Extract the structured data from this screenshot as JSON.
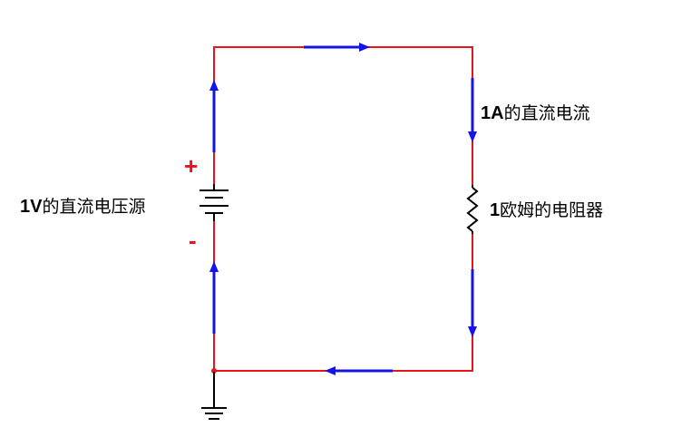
{
  "labels": {
    "source_value": "1V",
    "source_text": "的直流电压源",
    "current_value": "1A",
    "current_text": "的直流电流",
    "resistor_value": "1",
    "resistor_text": "欧姆的电阻器",
    "plus_sign": "+",
    "minus_sign": "-"
  },
  "colors": {
    "wire": "#e8141c",
    "current_arrow": "#1414e6",
    "component": "#000000",
    "polarity": "#e8141c"
  },
  "icons": {
    "battery": "battery-icon",
    "resistor": "resistor-icon",
    "ground": "ground-icon"
  }
}
